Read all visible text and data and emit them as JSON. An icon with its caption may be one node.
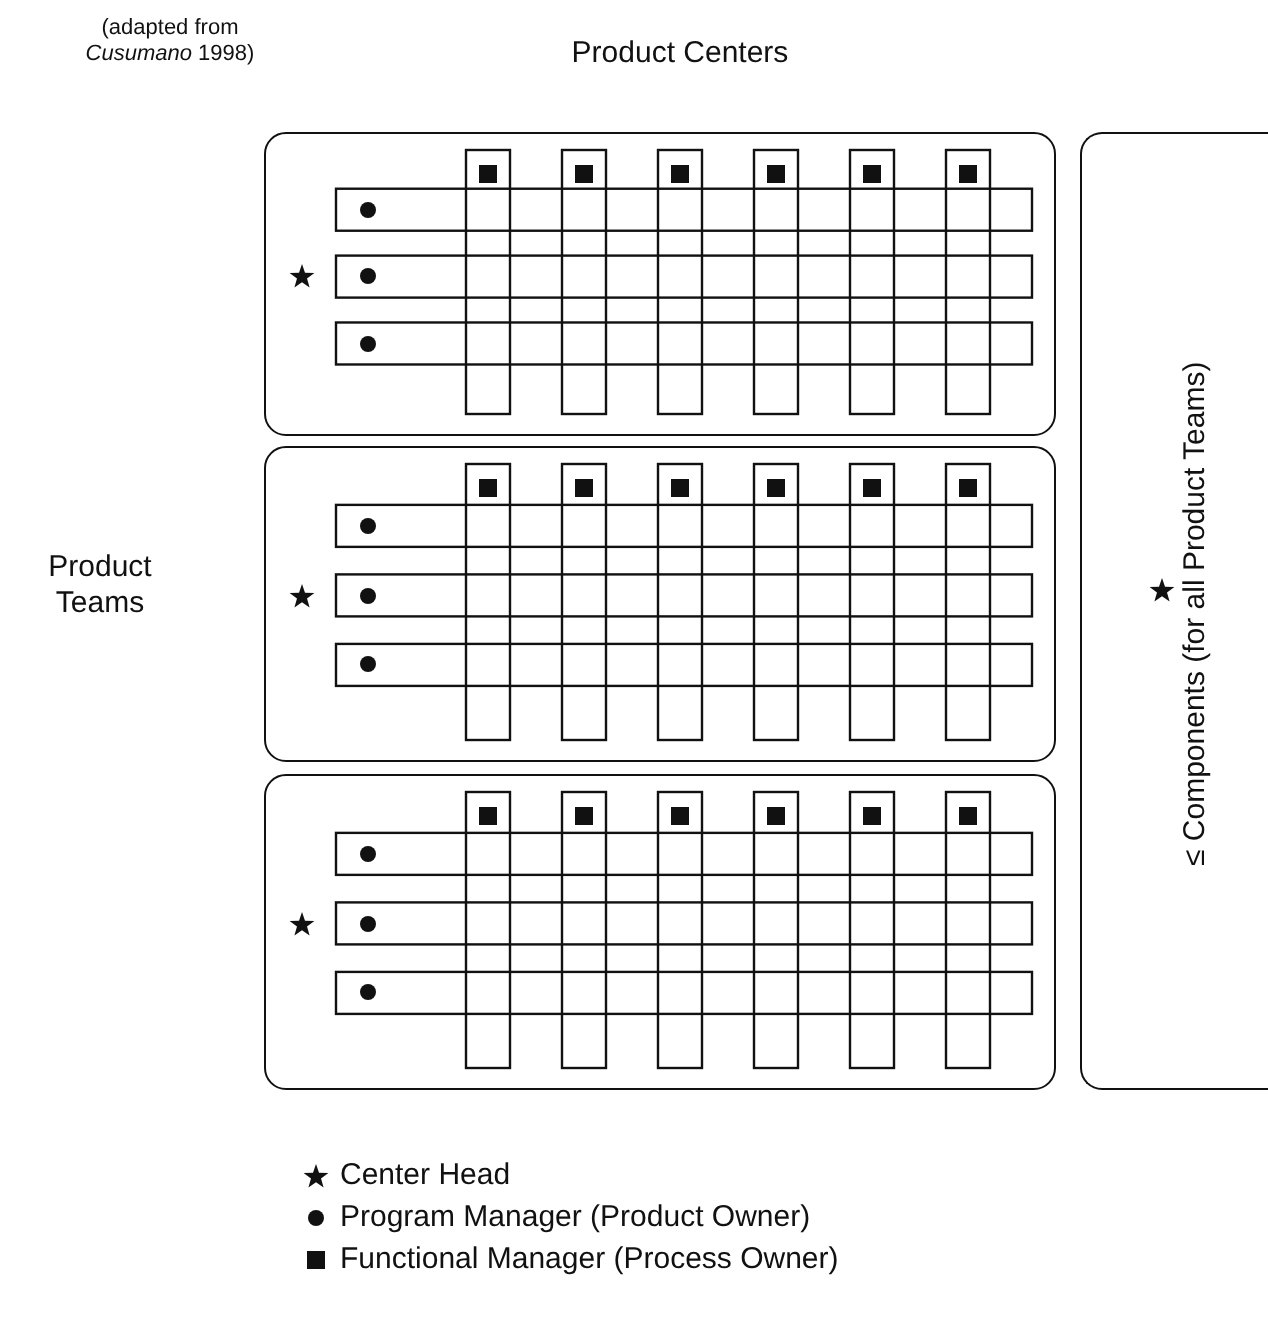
{
  "diagram": {
    "nodes": [
      {
        "text": [],
        "shape": "box"
      },
      {
        "text": [],
        "shape": "box"
      },
      {
        "text": [],
        "shape": "box"
      },
      {
        "text": [
          "≤ Components (for all Product Teams)"
        ]
      }
    ],
    "edges": [],
    "labels": [
      "(adapted from *Cusumano* 1998)",
      "Product Centers",
      "Product Teams"
    ],
    "legend": [
      {
        "text": "Center Head"
      },
      {
        "text": "Program Manager (Product Owner)"
      },
      {
        "text": "Functional Manager (Process Owner)"
      }
    ]
  }
}
